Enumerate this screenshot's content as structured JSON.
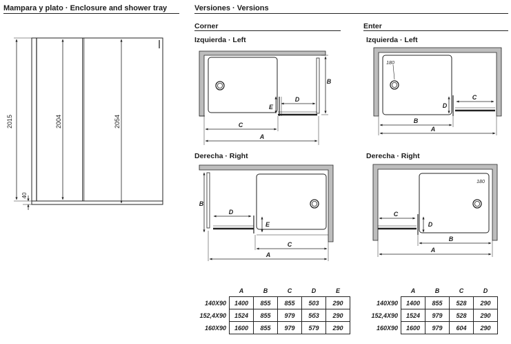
{
  "left_section": {
    "title": "Mampara y plato · Enclosure and shower tray",
    "dims": {
      "total_height": "2015",
      "fixed_height": "2004",
      "door_height": "2054",
      "tray_height": "40"
    }
  },
  "right_section": {
    "title": "Versiones · Versions",
    "corner": {
      "title": "Corner",
      "left_label": "Izquierda · Left",
      "right_label": "Derecha · Right"
    },
    "enter": {
      "title": "Enter",
      "left_label": "Izquierda · Left",
      "right_label": "Derecha · Right",
      "radius_label": "180"
    }
  },
  "letters": {
    "a": "A",
    "b": "B",
    "c": "C",
    "d": "D",
    "e": "E"
  },
  "corner_table": {
    "columns": [
      "A",
      "B",
      "C",
      "D",
      "E"
    ],
    "rows": [
      {
        "label": "140X90",
        "values": [
          "1400",
          "855",
          "855",
          "503",
          "290"
        ]
      },
      {
        "label": "152,4X90",
        "values": [
          "1524",
          "855",
          "979",
          "5б3",
          "290"
        ]
      },
      {
        "label": "160X90",
        "values": [
          "1600",
          "855",
          "979",
          "579",
          "290"
        ]
      }
    ]
  },
  "enter_table": {
    "columns": [
      "A",
      "B",
      "C",
      "D"
    ],
    "rows": [
      {
        "label": "140X90",
        "values": [
          "1400",
          "855",
          "528",
          "290"
        ]
      },
      {
        "label": "152,4X90",
        "values": [
          "1524",
          "979",
          "528",
          "290"
        ]
      },
      {
        "label": "160X90",
        "values": [
          "1600",
          "979",
          "604",
          "290"
        ]
      }
    ]
  }
}
